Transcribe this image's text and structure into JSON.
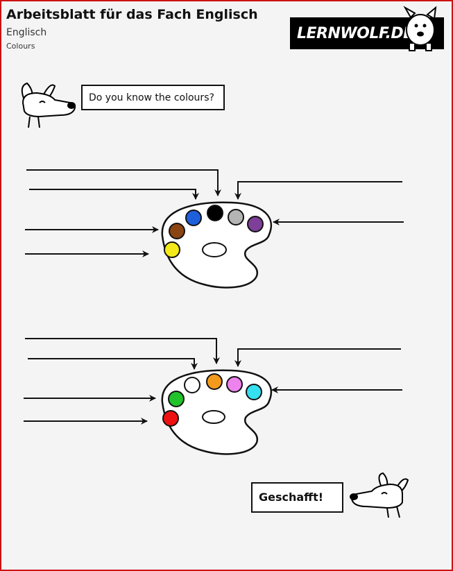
{
  "header": {
    "title": "Arbeitsblatt für das Fach Englisch",
    "subject": "Englisch",
    "topic": "Colours"
  },
  "logo": {
    "text": "LERNWOLF.DE",
    "icon": "wolf-mascot-icon"
  },
  "speech": {
    "question": "Do you know the colours?",
    "done": "Geschafft!"
  },
  "palettes": [
    {
      "name": "palette-1",
      "dots": [
        {
          "color": "#000000"
        },
        {
          "color": "#1e5fdc"
        },
        {
          "color": "#b4b4b4"
        },
        {
          "color": "#7d3f98"
        },
        {
          "color": "#8b4513"
        },
        {
          "color": "#f4ea1a"
        }
      ]
    },
    {
      "name": "palette-2",
      "dots": [
        {
          "color": "#f39a1d"
        },
        {
          "color": "#ffffff"
        },
        {
          "color": "#ee82ee"
        },
        {
          "color": "#35e0f0"
        },
        {
          "color": "#22c32a"
        },
        {
          "color": "#ee1111"
        }
      ]
    }
  ],
  "colors": {
    "border": "#cc1111",
    "ink": "#111111"
  }
}
